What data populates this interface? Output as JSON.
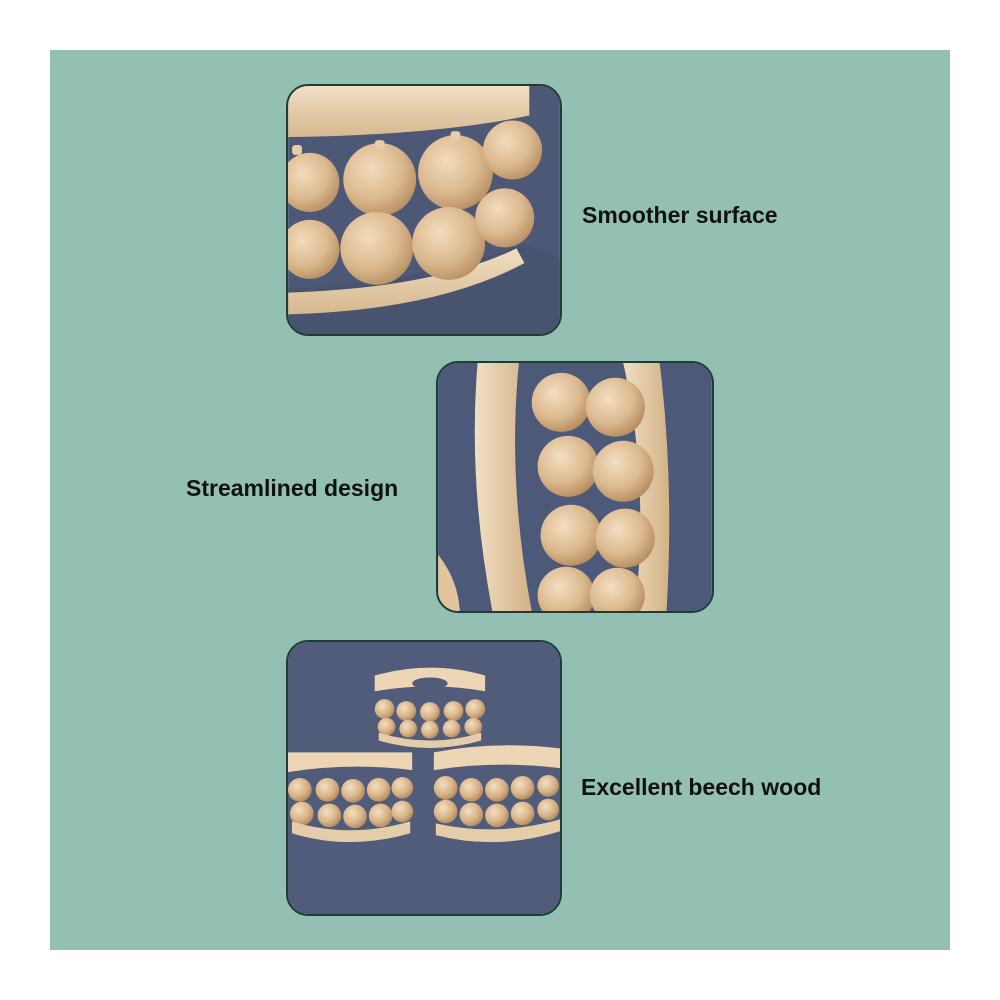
{
  "background_color": "#93c0b3",
  "features": [
    {
      "caption": "Smoother surface",
      "image": "wood-roller-closeup-photo"
    },
    {
      "caption": "Streamlined design",
      "image": "wood-roller-side-photo"
    },
    {
      "caption": "Excellent beech wood",
      "image": "three-wood-rollers-photo"
    }
  ]
}
